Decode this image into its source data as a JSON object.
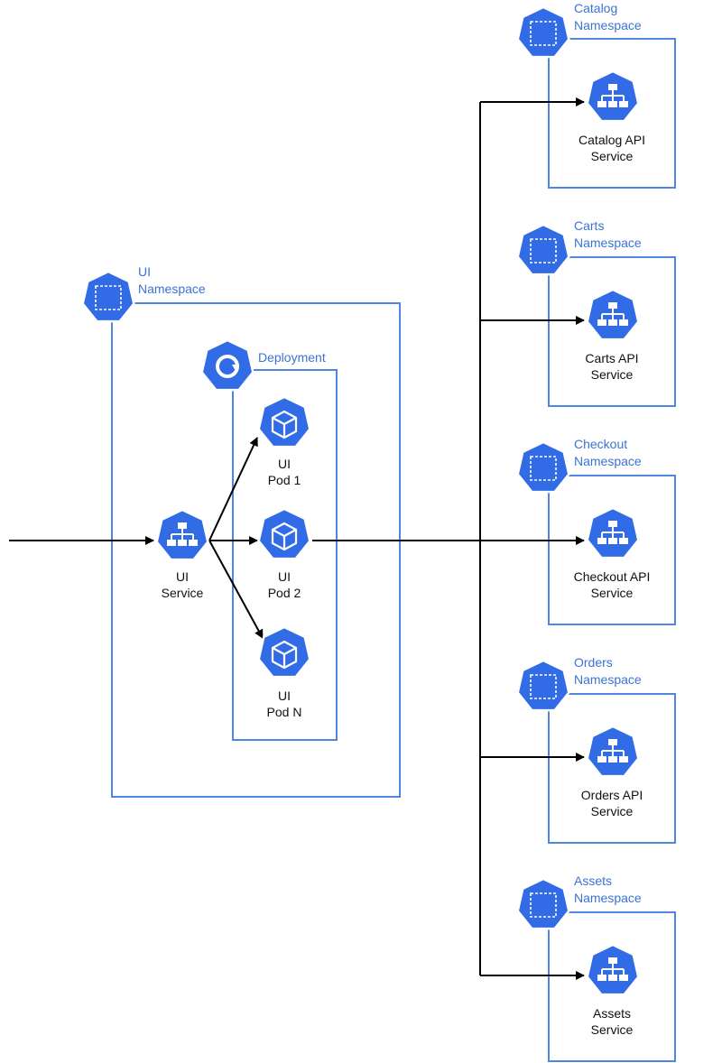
{
  "colors": {
    "accent": "#3b73d4",
    "icon_fill": "#316ce6",
    "arrow": "#000000",
    "text": "#111111"
  },
  "ui_namespace": {
    "label_line1": "UI",
    "label_line2": "Namespace",
    "icon": "namespace-icon"
  },
  "deployment": {
    "label": "Deployment",
    "icon": "deployment-icon"
  },
  "ui_service": {
    "line1": "UI",
    "line2": "Service",
    "icon": "service-icon"
  },
  "pods": [
    {
      "line1": "UI",
      "line2": "Pod 1",
      "icon": "pod-icon"
    },
    {
      "line1": "UI",
      "line2": "Pod 2",
      "icon": "pod-icon"
    },
    {
      "line1": "UI",
      "line2": "Pod N",
      "icon": "pod-icon"
    }
  ],
  "backend_namespaces": [
    {
      "ns_line1": "Catalog",
      "ns_line2": "Namespace",
      "svc_line1": "Catalog API",
      "svc_line2": "Service"
    },
    {
      "ns_line1": "Carts",
      "ns_line2": "Namespace",
      "svc_line1": "Carts API",
      "svc_line2": "Service"
    },
    {
      "ns_line1": "Checkout",
      "ns_line2": "Namespace",
      "svc_line1": "Checkout API",
      "svc_line2": "Service"
    },
    {
      "ns_line1": "Orders",
      "ns_line2": "Namespace",
      "svc_line1": "Orders API",
      "svc_line2": "Service"
    },
    {
      "ns_line1": "Assets",
      "ns_line2": "Namespace",
      "svc_line1": "Assets",
      "svc_line2": "Service"
    }
  ]
}
